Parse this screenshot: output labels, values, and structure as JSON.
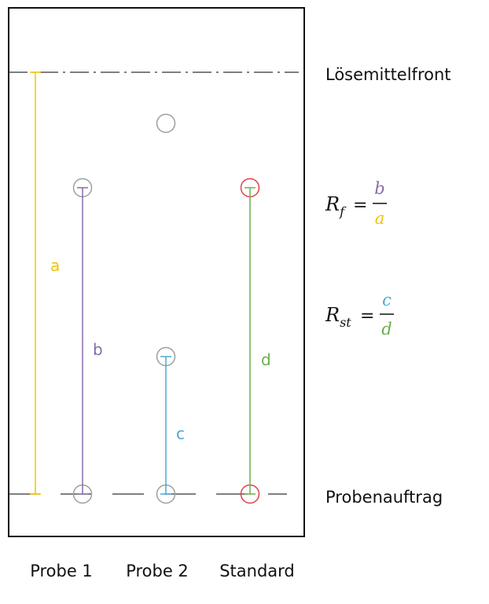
{
  "labels": {
    "solvent_front": "Lösemittelfront",
    "sample_application": "Probenauftrag"
  },
  "lanes": [
    {
      "name": "Probe 1"
    },
    {
      "name": "Probe 2"
    },
    {
      "name": "Standard"
    }
  ],
  "distances": {
    "a": "a",
    "b": "b",
    "c": "c",
    "d": "d"
  },
  "formulas": {
    "rf": {
      "symbol": "R",
      "subscript": "f",
      "numerator": "b",
      "denominator": "a"
    },
    "rst": {
      "symbol": "R",
      "subscript": "st",
      "numerator": "c",
      "denominator": "d"
    }
  },
  "colors": {
    "a": "#f2c300",
    "b": "#8a6bab",
    "c": "#4aa8d8",
    "d": "#6ab04c",
    "spot_gray": "#9aa0a0",
    "spot_red": "#e0404a",
    "frame": "#111111"
  }
}
